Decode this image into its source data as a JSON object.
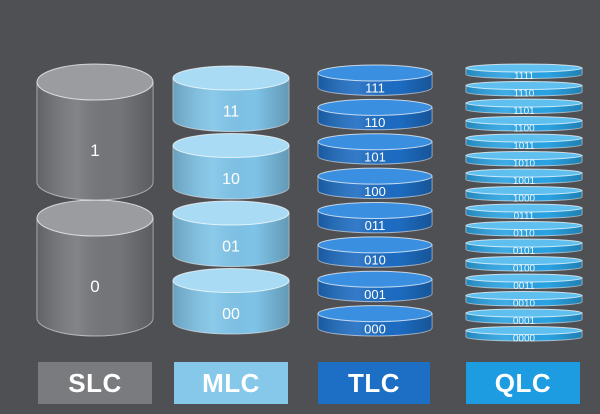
{
  "columns": [
    {
      "id": "slc",
      "label": "SLC",
      "cells": [
        "1",
        "0"
      ],
      "colors": {
        "top": "#9b9c9f",
        "side": "#75767a",
        "dark": "#616266",
        "text": "#ffffff"
      }
    },
    {
      "id": "mlc",
      "label": "MLC",
      "cells": [
        "11",
        "10",
        "01",
        "00"
      ],
      "colors": {
        "top": "#a9dcf4",
        "side": "#7fc4e8",
        "dark": "#69b3dc",
        "text": "#ffffff"
      }
    },
    {
      "id": "tlc",
      "label": "TLC",
      "cells": [
        "111",
        "110",
        "101",
        "100",
        "011",
        "010",
        "001",
        "000"
      ],
      "colors": {
        "top": "#3a8fe0",
        "side": "#1d6cc2",
        "dark": "#155aa6",
        "text": "#ffffff"
      }
    },
    {
      "id": "qlc",
      "label": "QLC",
      "cells": [
        "1111",
        "1110",
        "1101",
        "1100",
        "1011",
        "1010",
        "1001",
        "1000",
        "0111",
        "0110",
        "0101",
        "0100",
        "0011",
        "0010",
        "0001",
        "0000"
      ],
      "colors": {
        "top": "#5fc0f0",
        "side": "#2aa3e3",
        "dark": "#1a8ccc",
        "text": "#e9f6fd"
      }
    }
  ]
}
